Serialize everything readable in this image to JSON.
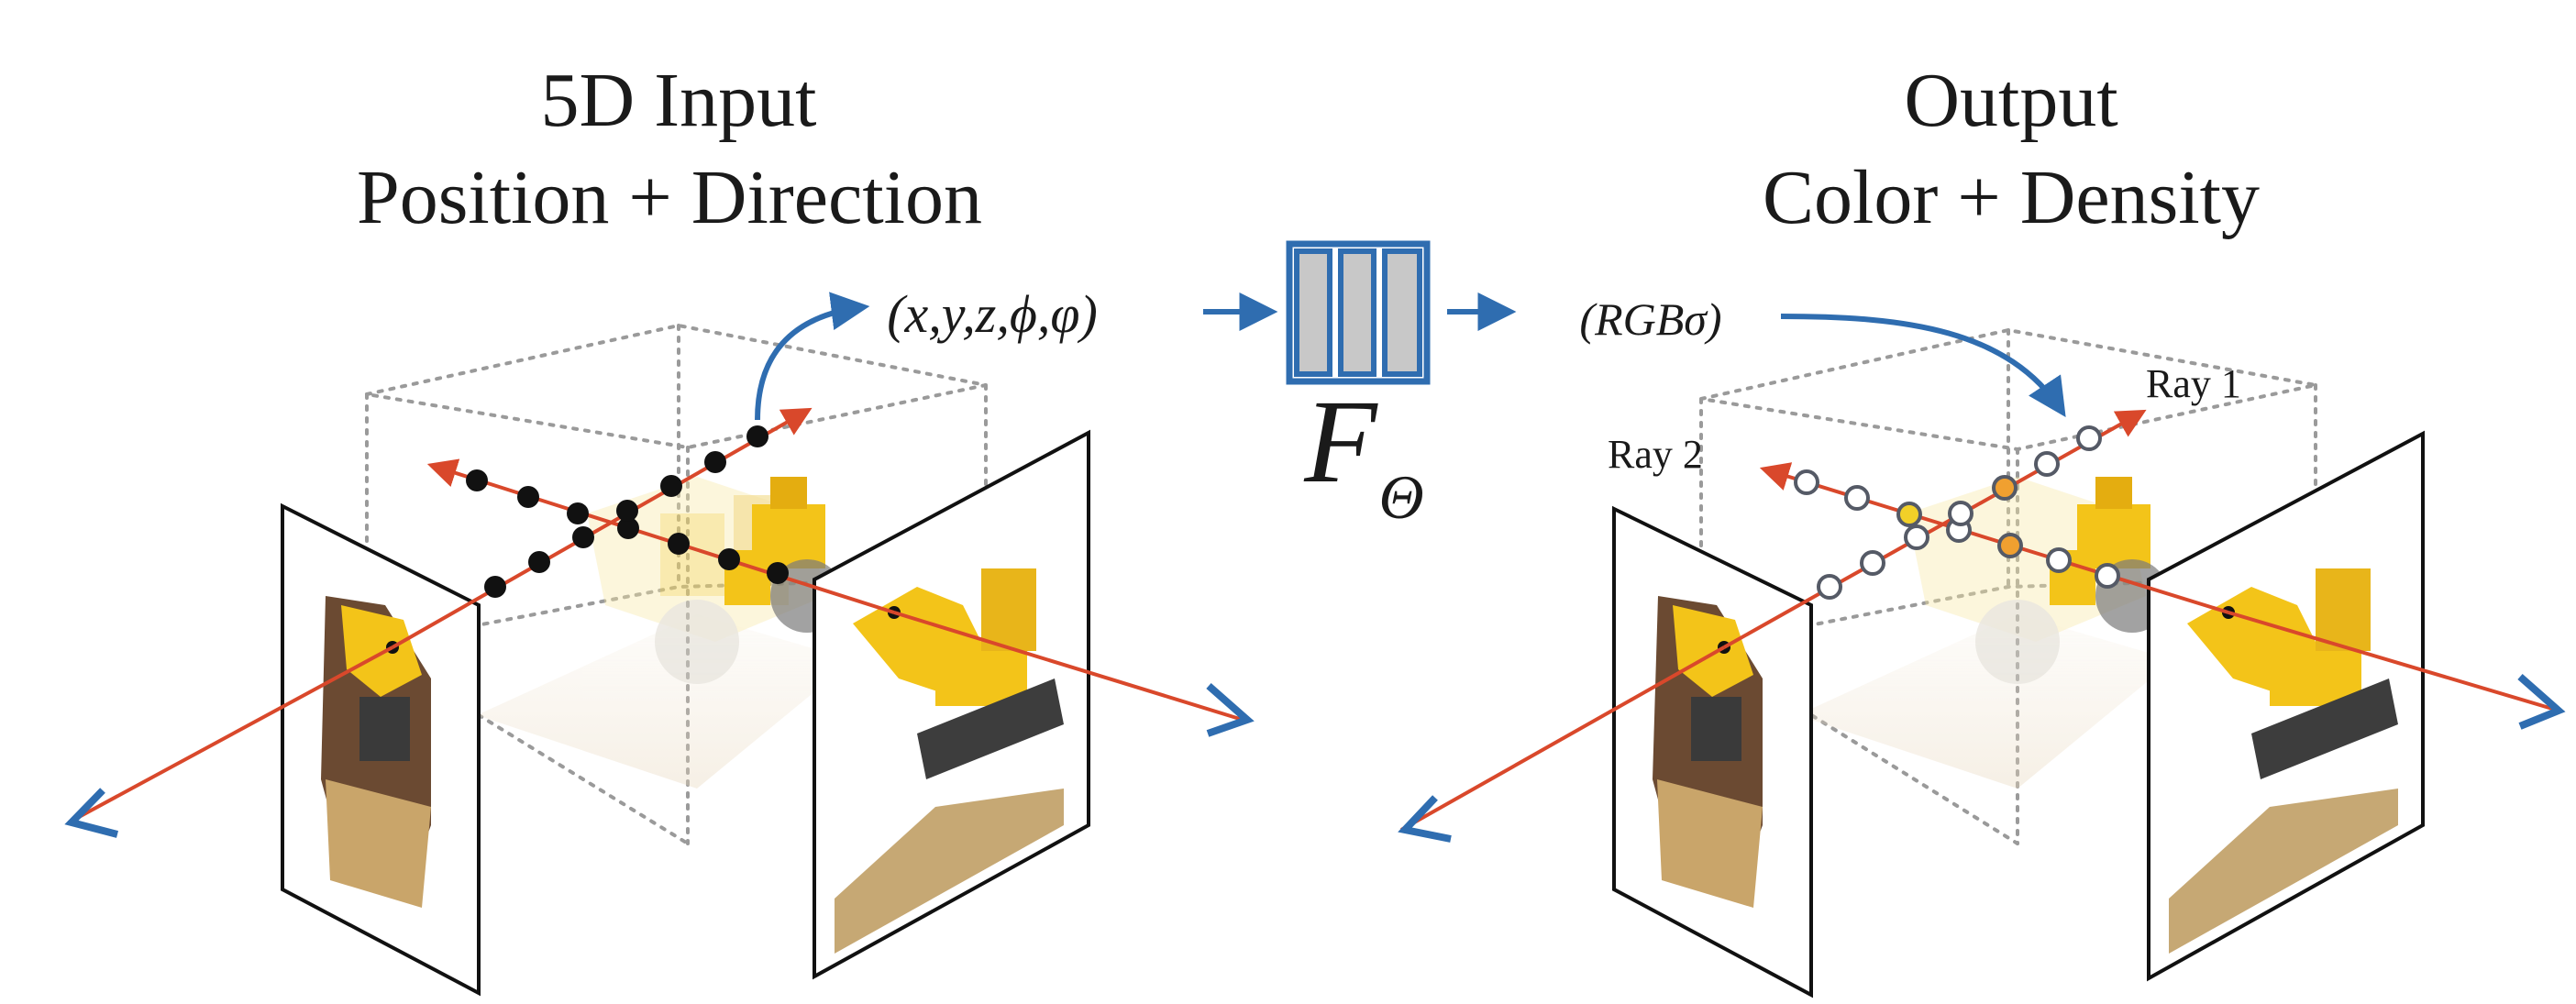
{
  "left_panel": {
    "title_line1": "5D Input",
    "title_line2": "Position + Direction",
    "input_tuple": "(x,y,z,ϕ,φ)"
  },
  "network": {
    "label_main": "F",
    "label_sub": "Θ"
  },
  "right_panel": {
    "title_line1": "Output",
    "title_line2": "Color + Density",
    "output_tuple": "(RGBσ)",
    "ray1_label": "Ray 1",
    "ray2_label": "Ray 2"
  },
  "colors": {
    "ray": "#d9482b",
    "arrow": "#2f6db0",
    "network_fill": "#c8c8c8",
    "network_stroke": "#2f6db0",
    "sample_filled": "#111111",
    "sample_open_stroke": "#555a66",
    "sample_yellow": "#f2d028",
    "sample_orange": "#f0a030",
    "box_dotted": "#9a9a9a",
    "toy_yellow": "#f3c419"
  }
}
